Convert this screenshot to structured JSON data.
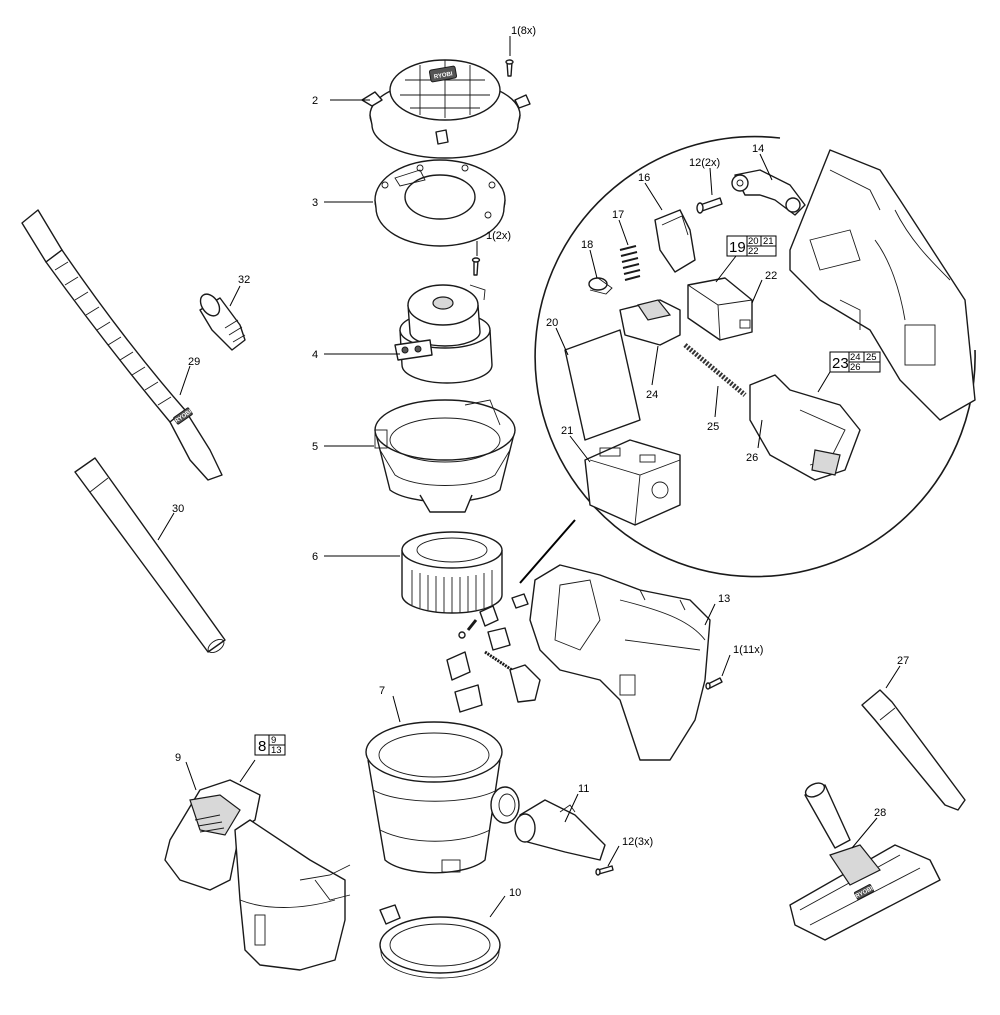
{
  "callouts": {
    "c1a": "1(8x)",
    "c2": "2",
    "c3": "3",
    "c1b": "1(2x)",
    "c4": "4",
    "c5": "5",
    "c6": "6",
    "c7": "7",
    "c9": "9",
    "c10": "10",
    "c11": "11",
    "c12a": "12(3x)",
    "c13": "13",
    "c1c": "1(11x)",
    "c27": "27",
    "c28": "28",
    "c29": "29",
    "c30": "30",
    "c32": "32",
    "c14": "14",
    "c12b": "12(2x)",
    "c16": "16",
    "c17": "17",
    "c18": "18",
    "c20": "20",
    "c21": "21",
    "c22": "22",
    "c24": "24",
    "c25": "25",
    "c26": "26"
  },
  "groups": {
    "g8": {
      "main": "8",
      "sub1": "9",
      "sub2": "13"
    },
    "g19": {
      "main": "19",
      "sub1": "20",
      "sub2": "21",
      "sub3": "22"
    },
    "g23": {
      "main": "23",
      "sub1": "24",
      "sub2": "25",
      "sub3": "26"
    }
  },
  "brand_marks": {
    "cap": "RYOBI",
    "hose": "RYOBI",
    "nozzle": "RYOBI"
  }
}
